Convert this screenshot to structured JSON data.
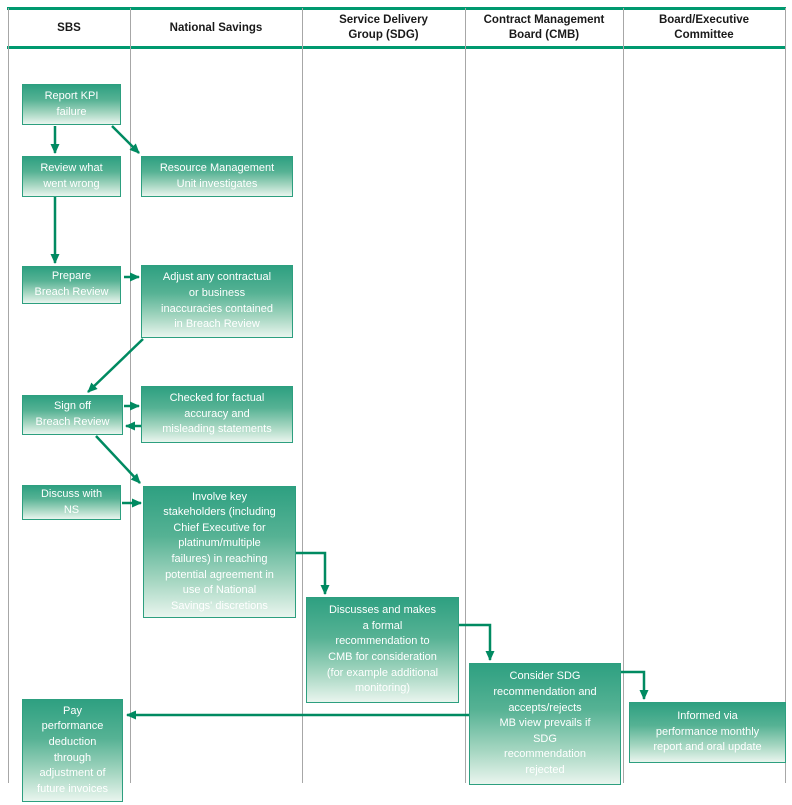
{
  "lanes": [
    {
      "id": "sbs",
      "label": "SBS"
    },
    {
      "id": "national-savings",
      "label": "National Savings"
    },
    {
      "id": "sdg",
      "label": "Service Delivery\nGroup (SDG)"
    },
    {
      "id": "cmb",
      "label": "Contract Management\nBoard (CMB)"
    },
    {
      "id": "board-exec",
      "label": "Board/Executive\nCommittee"
    }
  ],
  "nodes": [
    {
      "id": "report-kpi-failure",
      "lane": "SBS",
      "label": "Report KPI\nfailure"
    },
    {
      "id": "review-what-went-wrong",
      "lane": "SBS",
      "label": "Review what\nwent wrong"
    },
    {
      "id": "resource-management-unit-investigates",
      "lane": "National Savings",
      "label": "Resource Management\nUnit investigates"
    },
    {
      "id": "prepare-breach-review",
      "lane": "SBS",
      "label": "Prepare\nBreach Review"
    },
    {
      "id": "adjust-inaccuracies",
      "lane": "National Savings",
      "label": "Adjust any contractual\nor business\ninaccuracies contained\nin Breach Review"
    },
    {
      "id": "sign-off-breach-review",
      "lane": "SBS",
      "label": "Sign off\nBreach Review"
    },
    {
      "id": "checked-for-factual-accuracy",
      "lane": "National Savings",
      "label": "Checked for factual\naccuracy and\nmisleading statements"
    },
    {
      "id": "discuss-with-ns",
      "lane": "SBS",
      "label": "Discuss with\nNS"
    },
    {
      "id": "involve-key-stakeholders",
      "lane": "National Savings",
      "label": "Involve key\nstakeholders (including\nChief Executive for\nplatinum/multiple\nfailures) in reaching\npotential agreement in\nuse of National\nSavings' discretions"
    },
    {
      "id": "discusses-formal-recommendation",
      "lane": "Service Delivery Group (SDG)",
      "label": "Discusses and makes\na formal\nrecommendation to\nCMB for consideration\n(for example additional\nmonitoring)"
    },
    {
      "id": "consider-sdg-recommendation",
      "lane": "Contract Management Board (CMB)",
      "label": "Consider SDG\nrecommendation and\naccepts/rejects\nMB view prevails if\nSDG\nrecommendation\nrejected"
    },
    {
      "id": "informed-via-monthly-report",
      "lane": "Board/Executive Committee",
      "label": "Informed via\nperformance monthly\nreport and oral update"
    },
    {
      "id": "pay-performance-deduction",
      "lane": "SBS",
      "label": "Pay\nperformance\ndeduction\nthrough\nadjustment of\nfuture invoices"
    }
  ],
  "edges": [
    {
      "from": "report-kpi-failure",
      "to": "review-what-went-wrong"
    },
    {
      "from": "report-kpi-failure",
      "to": "resource-management-unit-investigates"
    },
    {
      "from": "review-what-went-wrong",
      "to": "prepare-breach-review"
    },
    {
      "from": "prepare-breach-review",
      "to": "adjust-inaccuracies"
    },
    {
      "from": "adjust-inaccuracies",
      "to": "sign-off-breach-review"
    },
    {
      "from": "sign-off-breach-review",
      "to": "checked-for-factual-accuracy"
    },
    {
      "from": "checked-for-factual-accuracy",
      "to": "sign-off-breach-review"
    },
    {
      "from": "sign-off-breach-review",
      "to": "involve-key-stakeholders"
    },
    {
      "from": "discuss-with-ns",
      "to": "involve-key-stakeholders"
    },
    {
      "from": "involve-key-stakeholders",
      "to": "discusses-formal-recommendation"
    },
    {
      "from": "discusses-formal-recommendation",
      "to": "consider-sdg-recommendation"
    },
    {
      "from": "consider-sdg-recommendation",
      "to": "informed-via-monthly-report"
    },
    {
      "from": "consider-sdg-recommendation",
      "to": "pay-performance-deduction"
    }
  ],
  "colors": {
    "header_rule_green": "#00996f",
    "lane_divider_gray": "#a7a7a7",
    "node_border_green": "#2d9f7f",
    "node_gradient_top": "#2ea081",
    "node_gradient_bottom": "#e9f5ee",
    "arrow_green": "#008a61",
    "node_text": "#ffffff",
    "header_text": "#1a1a1a"
  }
}
